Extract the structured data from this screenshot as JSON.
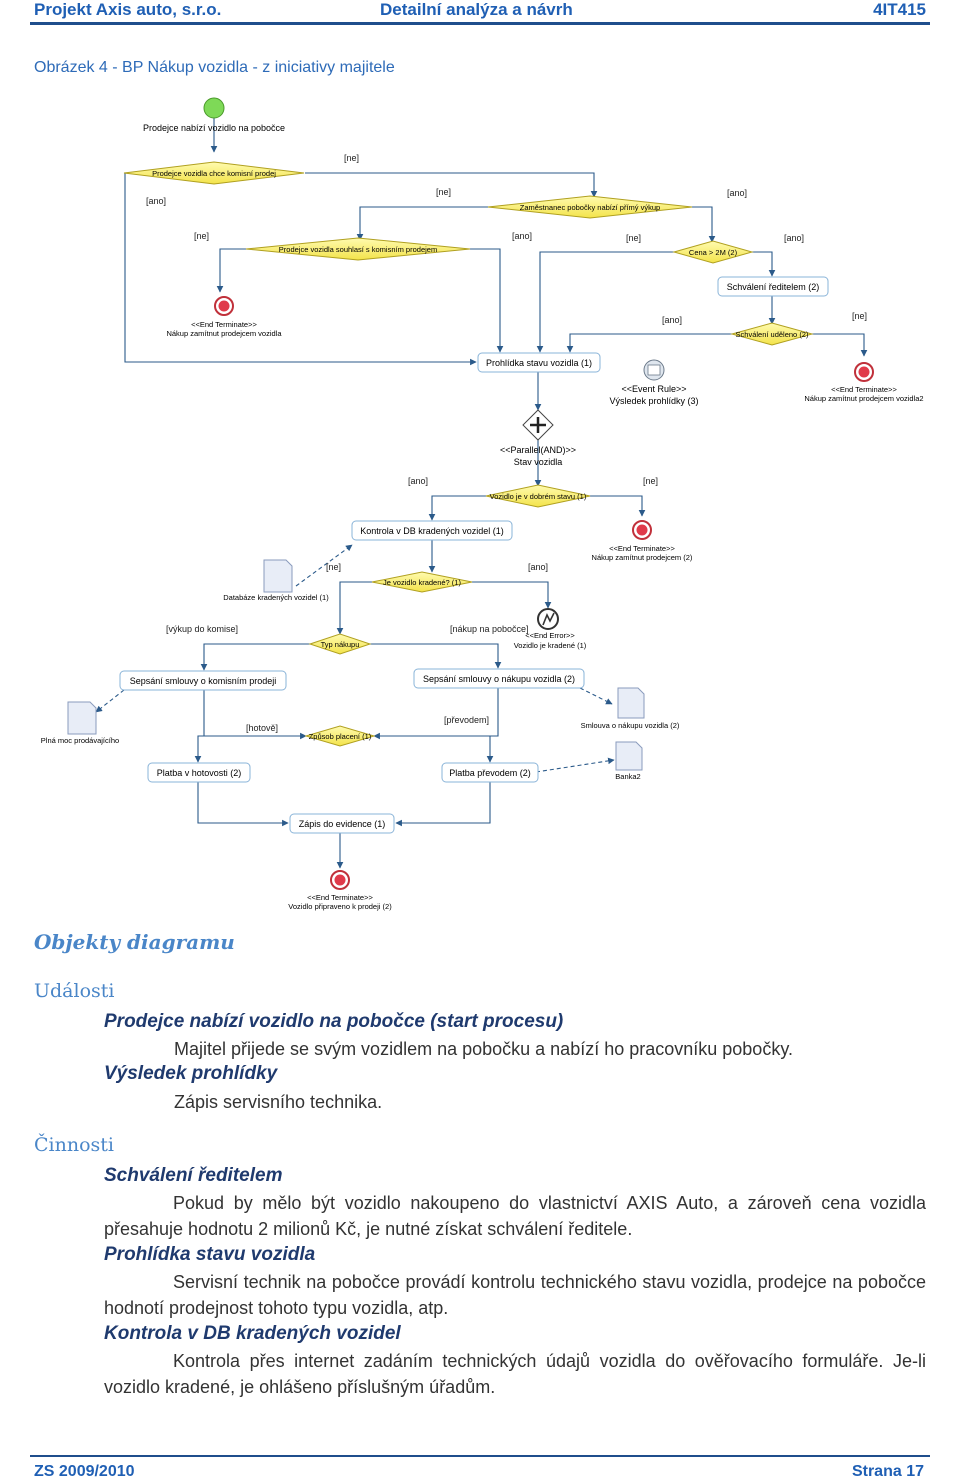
{
  "header": {
    "left": "Projekt Axis auto, s.r.o.",
    "center": "Detailní analýza a návrh",
    "right": "4IT415"
  },
  "caption": "Obrázek 4 - BP Nákup vozidla - z iniciativy majitele",
  "diagram": {
    "start_label": "Prodejce nabízí vozidlo na pobočce",
    "d_komisni": "Prodejce vozidla chce komisní prodej",
    "d_primy": "Zaměstnanec pobočky nabízí přímý výkup",
    "d_souhlas": "Prodejce vozidla souhlasí s komisním prodejem",
    "d_cena": "Cena > 2M (2)",
    "a_schvaleni": "Schválení ředitelem (2)",
    "d_udeleno": "Schválení uděleno (2)",
    "end1_stereo": "<<End Terminate>>",
    "end1_label": "Nákup zamítnut prodejcem vozidla",
    "a_prohlidka": "Prohlídka stavu vozidla (1)",
    "ev_stereo": "<<Event Rule>>",
    "ev_label": "Výsledek prohlídky (3)",
    "end2_stereo": "<<End Terminate>>",
    "end2_label": "Nákup zamítnut prodejcem vozidla2",
    "par_stereo": "<<Parallel(AND)>>",
    "par_label": "Stav vozidla",
    "d_stav": "Vozidlo je v dobrém stavu (1)",
    "a_kontrola": "Kontrola v DB kradených vozidel (1)",
    "end3_stereo": "<<End Terminate>>",
    "end3_label": "Nákup zamítnut prodejcem (2)",
    "doc_db": "Databáze kradených vozidel (1)",
    "d_kradene": "Je vozidlo kradené? (1)",
    "err_stereo": "<<End Error>>",
    "err_label": "Vozidlo je kradené (1)",
    "d_typ": "Typ nákupu",
    "a_smlouva_kom": "Sepsání smlouvy o komisním prodeji",
    "a_smlouva_nak": "Sepsání smlouvy o nákupu vozidla (2)",
    "doc_plna": "Plná moc prodávajícího",
    "doc_smlouva": "Smlouva o nákupu vozidla (2)",
    "d_platba": "Způsob placení (1)",
    "a_hotovost": "Platba v hotovosti (2)",
    "a_prevod": "Platba převodem (2)",
    "doc_banka": "Banka2",
    "a_zapis": "Zápis do evidence (1)",
    "end4_stereo": "<<End Terminate>>",
    "end4_label": "Vozidlo připraveno k prodeji (2)",
    "g_ne": "[ne]",
    "g_ano": "[ano]",
    "g_vykup": "[výkup do komise]",
    "g_nakup": "[nákup na pobočce]",
    "g_hotove": "[hotově]",
    "g_prevodem": "[převodem]"
  },
  "section_title": "Objekty diagramu",
  "udalosti": {
    "title": "Události",
    "items": [
      {
        "term": "Prodejce nabízí vozidlo na pobočce (start procesu)",
        "desc": "Majitel přijede se svým vozidlem na pobočku a nabízí ho pracovníku pobočky."
      },
      {
        "term": "Výsledek prohlídky",
        "desc": "Zápis servisního technika."
      }
    ]
  },
  "cinnosti": {
    "title": "Činnosti",
    "items": [
      {
        "term": "Schválení ředitelem",
        "desc": "Pokud by mělo být vozidlo nakoupeno do vlastnictví AXIS Auto, a zároveň cena vozidla přesahuje hodnotu 2 milionů Kč, je nutné získat schválení ředitele."
      },
      {
        "term": "Prohlídka stavu vozidla",
        "desc": "Servisní technik na pobočce provádí kontrolu technického stavu vozidla, prodejce na pobočce hodnotí prodejnost tohoto typu vozidla, atp."
      },
      {
        "term": "Kontrola v DB kradených vozidel",
        "desc": "Kontrola přes internet zadáním technických údajů vozidla do ověřovacího formuláře. Je-li vozidlo kradené, je ohlášeno příslušným úřadům."
      }
    ]
  },
  "footer": {
    "left": "ZS 2009/2010",
    "right": "Strana 17"
  }
}
